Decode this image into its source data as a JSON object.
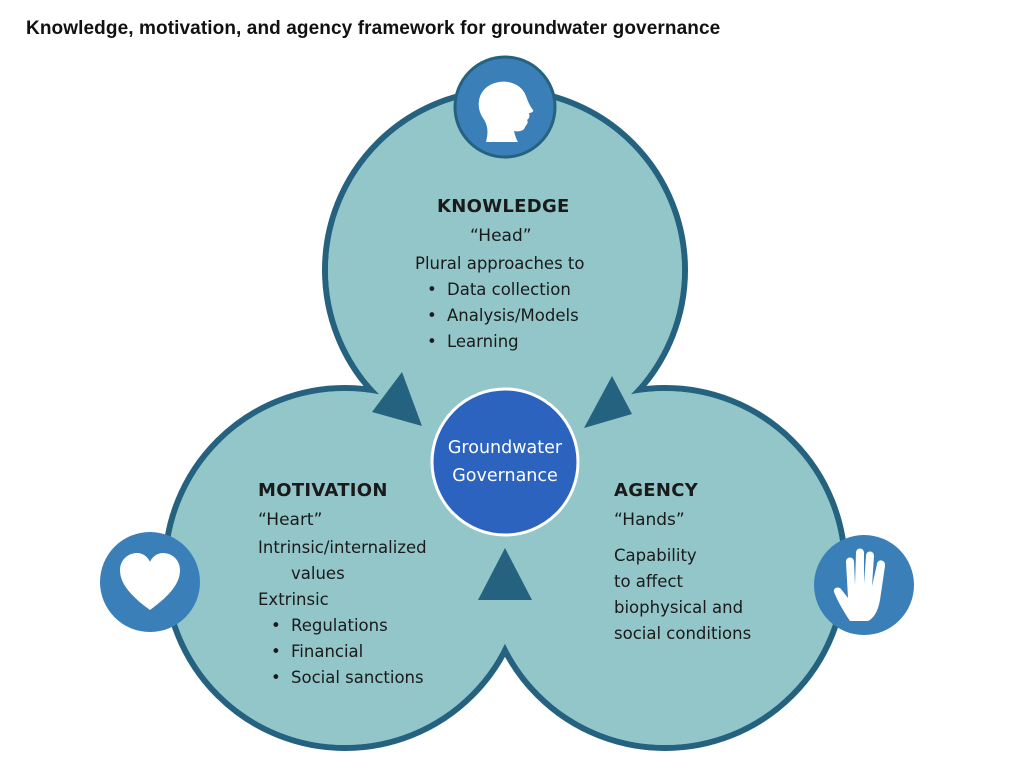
{
  "title": "Knowledge, motivation, and agency framework for groundwater governance",
  "center": {
    "line1": "Groundwater",
    "line2": "Governance"
  },
  "knowledge": {
    "heading": "KNOWLEDGE",
    "sub": "“Head”",
    "intro": "Plural approaches to",
    "bullets": [
      "Data collection",
      "Analysis/Models",
      "Learning"
    ],
    "icon": "head-profile-icon"
  },
  "motivation": {
    "heading": "MOTIVATION",
    "sub": "“Heart”",
    "line1": "Intrinsic/internalized",
    "line2": "values",
    "line3": "Extrinsic",
    "bullets": [
      "Regulations",
      "Financial",
      "Social sanctions"
    ],
    "icon": "heart-icon"
  },
  "agency": {
    "heading": "AGENCY",
    "sub": "“Hands”",
    "lines": [
      "Capability",
      "to affect",
      "biophysical and",
      "social conditions"
    ],
    "icon": "hand-icon"
  },
  "colors": {
    "circle_fill": "#93c6c9",
    "circle_stroke": "#24627f",
    "icon_badge": "#3a7fb8",
    "center_fill": "#2c63bf",
    "arrow": "#24627f"
  }
}
